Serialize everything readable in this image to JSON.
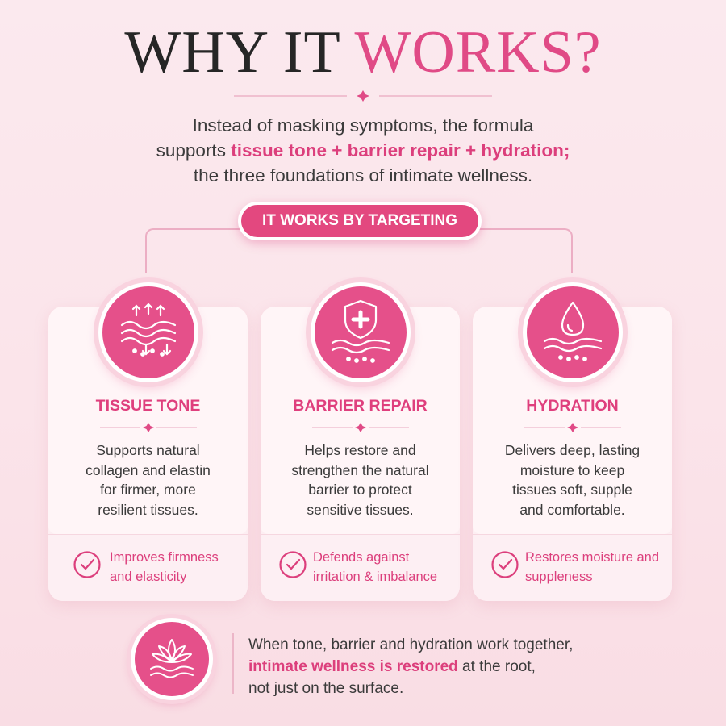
{
  "header": {
    "title_main": "WHY IT ",
    "title_accent": "WORKS?"
  },
  "intro": {
    "line1": "Instead of masking symptoms, the formula",
    "line2_pre": "supports ",
    "line2_highlight": "tissue tone + barrier repair + hydration;",
    "line3": "the three foundations of intimate wellness."
  },
  "pill_label": "IT WORKS BY TARGETING",
  "cards": [
    {
      "icon": "skin-layers-arrows-icon",
      "title": "TISSUE TONE",
      "text": "Supports natural collagen and elastin for firmer, more resilient tissues.",
      "benefit": "Improves firmness and elasticity"
    },
    {
      "icon": "shield-cross-icon",
      "title": "BARRIER REPAIR",
      "text": "Helps restore and strengthen the natural barrier to protect sensitive tissues.",
      "benefit": "Defends against irritation & imbalance"
    },
    {
      "icon": "water-drop-icon",
      "title": "HYDRATION",
      "text": "Delivers deep, lasting moisture to keep tissues soft, supple and comfortable.",
      "benefit": "Restores moisture and suppleness"
    }
  ],
  "footer": {
    "icon": "lotus-icon",
    "line1": "When tone, barrier and hydration work together,",
    "line2_highlight": "intimate wellness is restored",
    "line2_rest": " at the root,",
    "line3": "not just on the surface."
  },
  "colors": {
    "accent": "#e04a86",
    "background": "#fbe6ec",
    "text": "#3a3a3a"
  }
}
